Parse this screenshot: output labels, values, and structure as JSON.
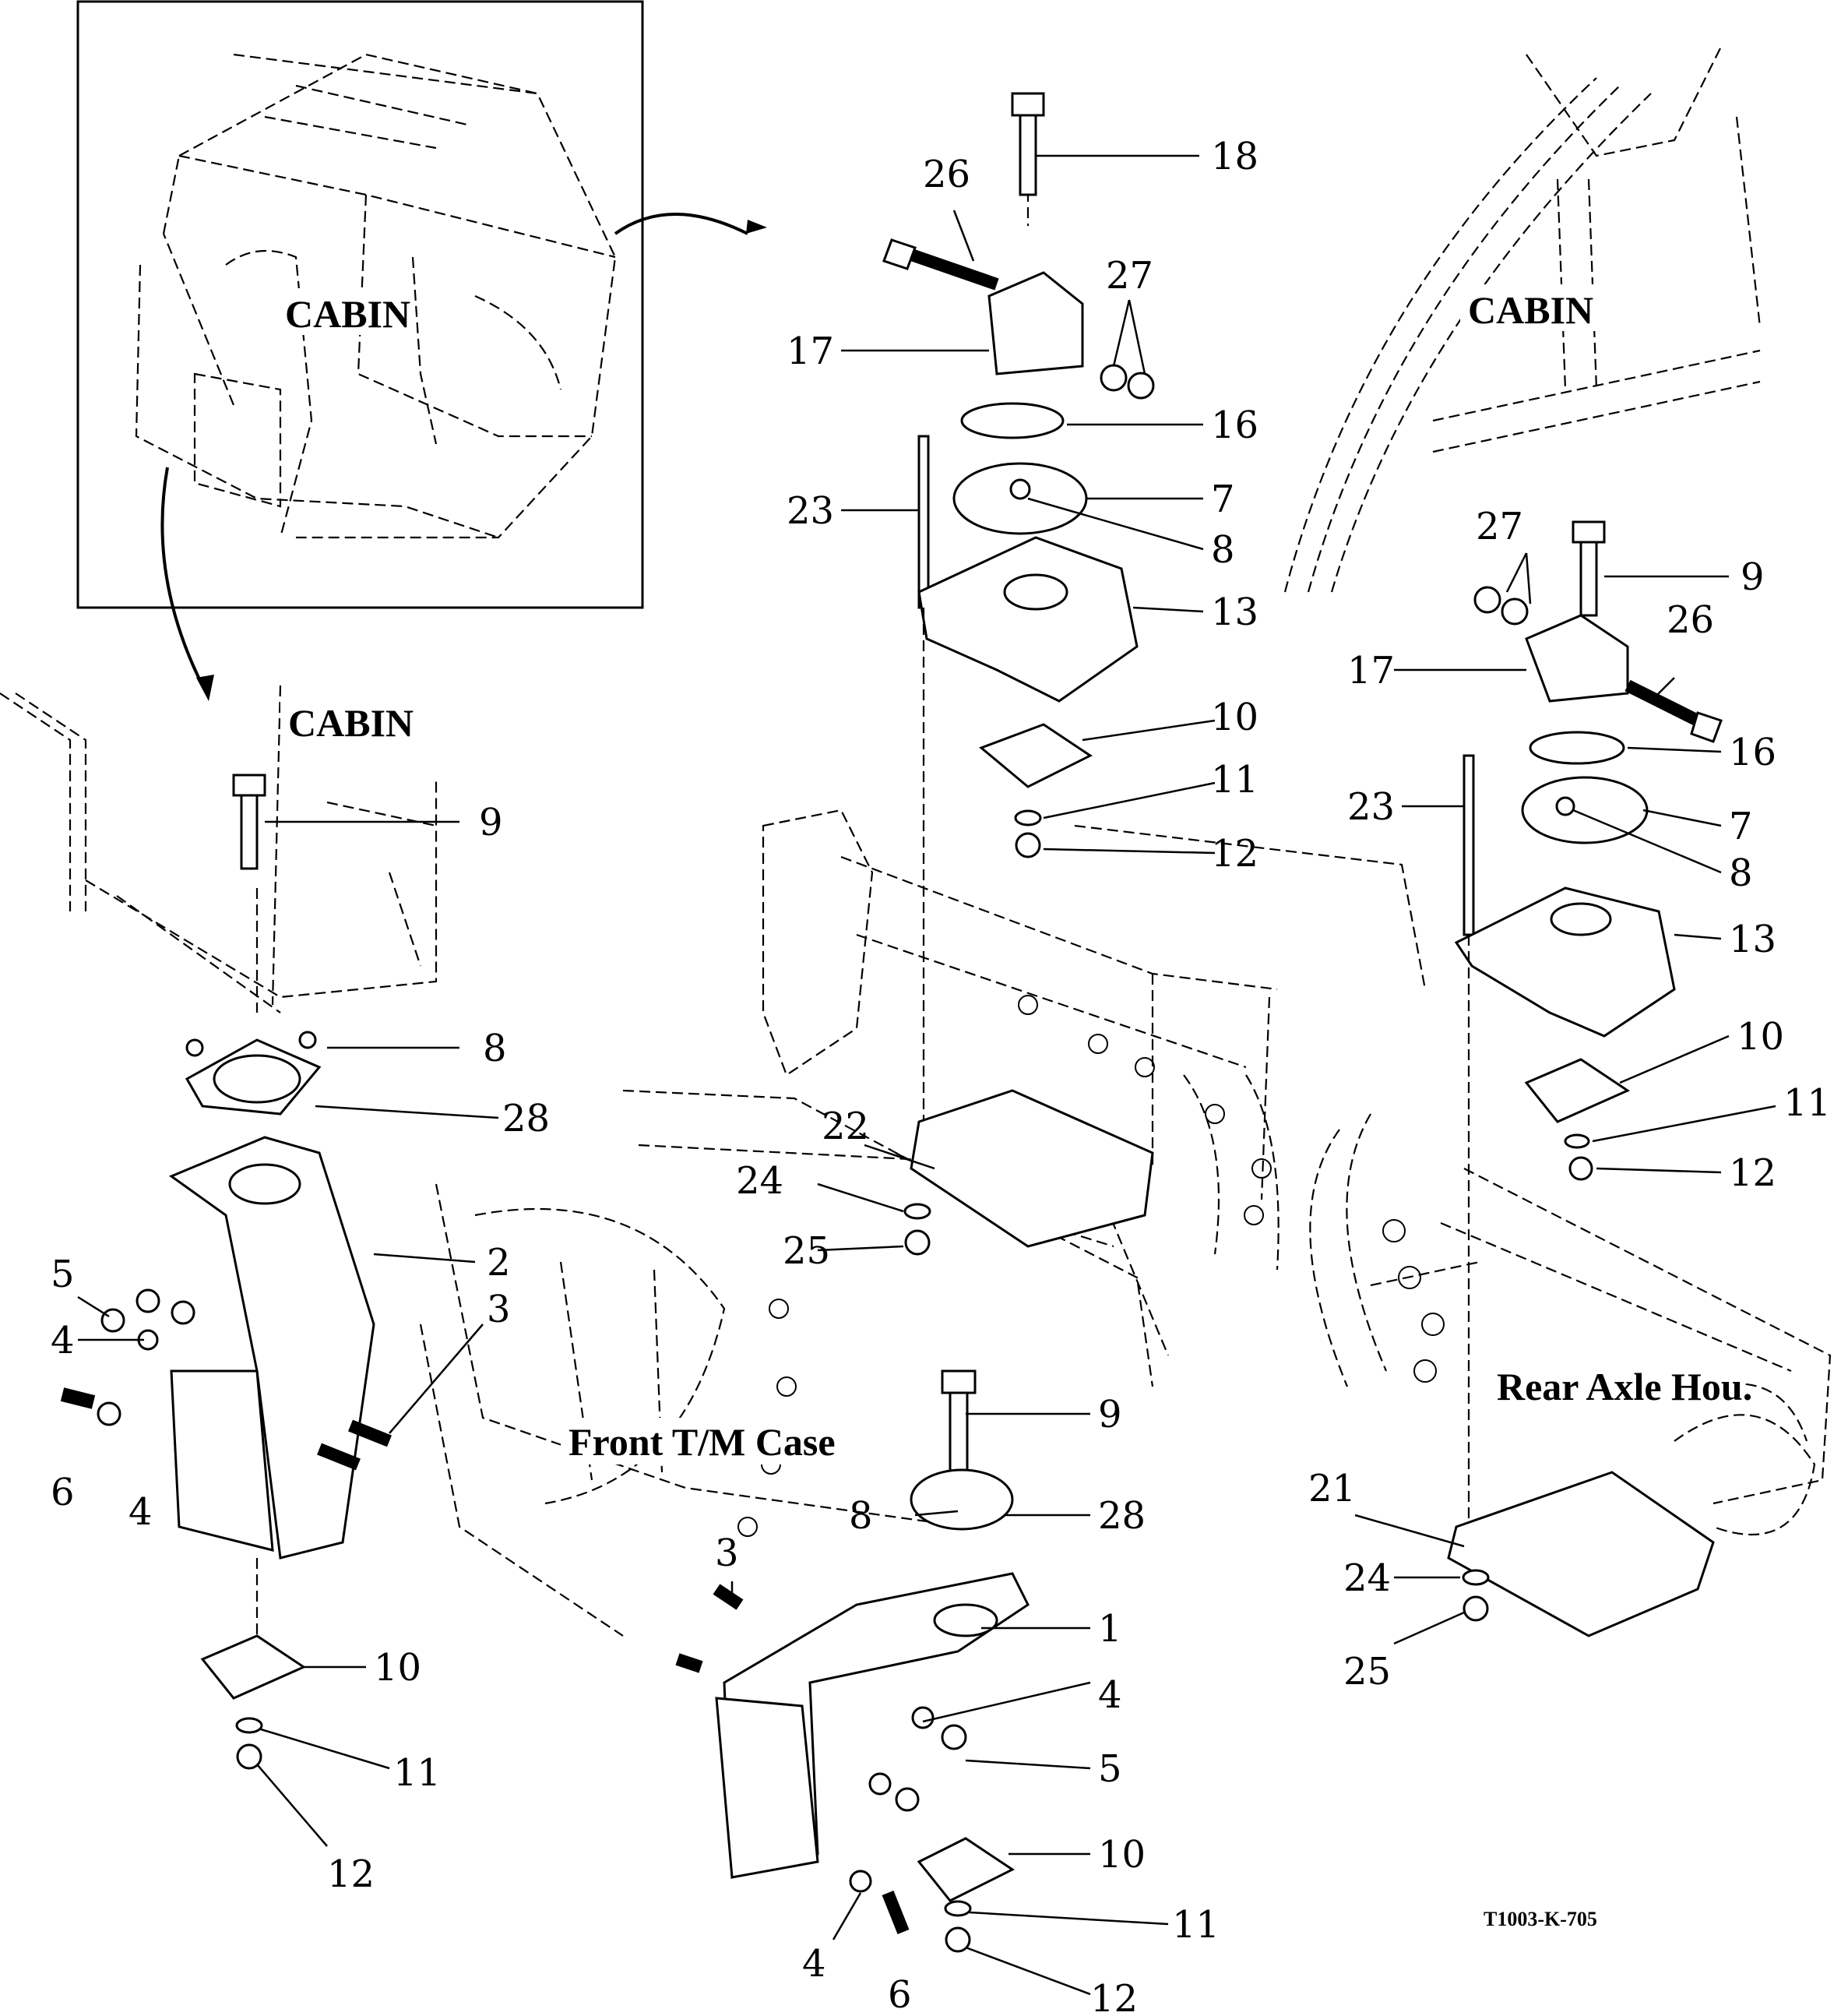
{
  "figure": {
    "drawing_code": "T1003-K-705",
    "areas": {
      "cabin_inset": "CABIN",
      "cabin_front": "CABIN",
      "cabin_rear": "CABIN",
      "front_case": "Front T/M Case",
      "rear_axle": "Rear Axle Hou."
    }
  },
  "callouts": {
    "c18": "18",
    "c26a": "26",
    "c27a": "27",
    "c17a": "17",
    "c16a": "16",
    "c23a": "23",
    "c7a": "7",
    "c8a": "8",
    "c13a": "13",
    "c10a": "10",
    "c11a": "11",
    "c12a": "12",
    "c22": "22",
    "c24a": "24",
    "c25a": "25",
    "c27b": "27",
    "c9b": "9",
    "c26b": "26",
    "c17b": "17",
    "c16b": "16",
    "c23b": "23",
    "c7b": "7",
    "c8b": "8",
    "c13b": "13",
    "c10b": "10",
    "c11b": "11",
    "c12b": "12",
    "c21": "21",
    "c24b": "24",
    "c25b": "25",
    "c9a": "9",
    "c8c": "8",
    "c28a": "28",
    "c2": "2",
    "c5a": "5",
    "c4a": "4",
    "c3a": "3",
    "c6a": "6",
    "c4b": "4",
    "c10c": "10",
    "c11c": "11",
    "c12c": "12",
    "c9c": "9",
    "c8d": "8",
    "c28b": "28",
    "c3b": "3",
    "c1": "1",
    "c4c": "4",
    "c5b": "5",
    "c10d": "10",
    "c4d": "4",
    "c6b": "6",
    "c11d": "11",
    "c12d": "12"
  }
}
